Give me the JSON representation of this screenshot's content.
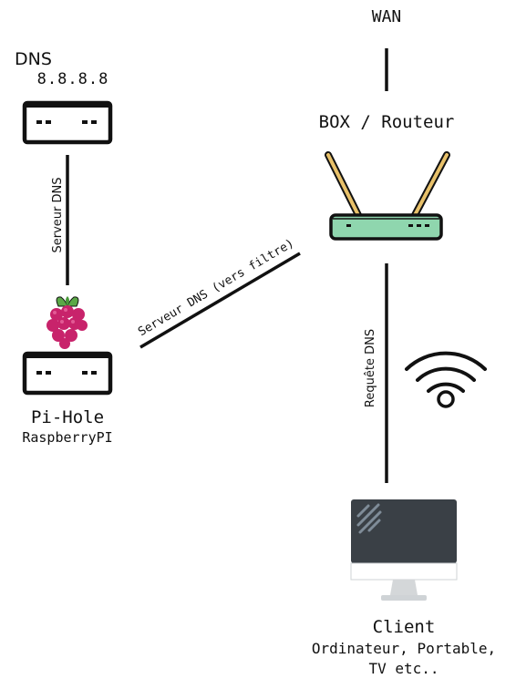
{
  "wan": {
    "label": "WAN"
  },
  "dns_server": {
    "label": "DNS",
    "address": "8.8.8.8"
  },
  "router": {
    "label": "BOX / Routeur"
  },
  "pihole": {
    "name": "Pi-Hole",
    "device": "RaspberryPI"
  },
  "links": {
    "pihole_to_dns": "Serveur DNS",
    "pihole_to_router": "Serveur DNS (vers filtre)",
    "client_to_router": "Requête DNS"
  },
  "client": {
    "title": "Client",
    "devices_line1": "Ordinateur, Portable,",
    "devices_line2": "TV etc.."
  },
  "colors": {
    "line": "#111111",
    "router_body": "#8fd6ae",
    "antenna": "#e8c16a",
    "raspberry": "#c8236b",
    "leaf": "#5ba847",
    "monitor_bezel": "#3a4046",
    "monitor_stand": "#d4d7d9"
  },
  "icons": [
    "dns-server-icon",
    "router-icon",
    "raspberry-icon",
    "pihole-server-icon",
    "wifi-icon",
    "monitor-icon"
  ]
}
